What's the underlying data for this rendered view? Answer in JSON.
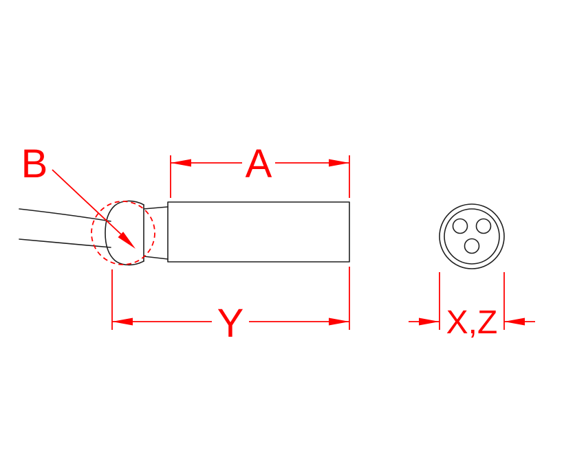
{
  "diagram": {
    "labels": {
      "dim_a": "A",
      "dim_b": "B",
      "dim_y": "Y",
      "dim_xz": "X,Z"
    },
    "colors": {
      "dimension": "#ff0000",
      "outline": "#1f1f1f",
      "background": "#ffffff"
    }
  }
}
